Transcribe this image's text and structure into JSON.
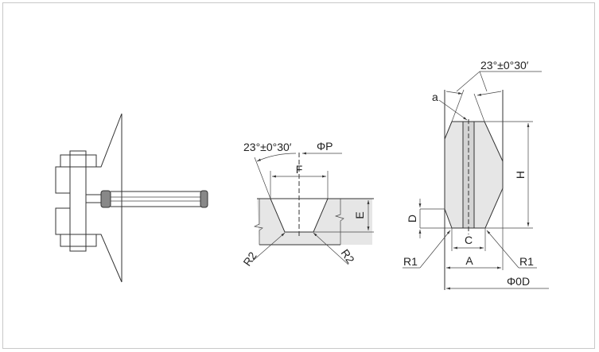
{
  "middle_view": {
    "angle_label": "23°±0°30′",
    "phi_p_label": "ΦP",
    "f_label": "F",
    "e_label": "E",
    "r2_left": "R2",
    "r2_right": "R2"
  },
  "right_view": {
    "angle_label": "23°±0°30′",
    "a_label": "a",
    "h_label": "H",
    "d_label": "D",
    "c_label": "C",
    "a_dim_label": "A",
    "od_label": "Φ0D",
    "r1_left": "R1",
    "r1_right": "R1"
  },
  "colors": {
    "fill": "#e6e6e6",
    "line": "#333333",
    "frame": "#c8c8c8"
  }
}
